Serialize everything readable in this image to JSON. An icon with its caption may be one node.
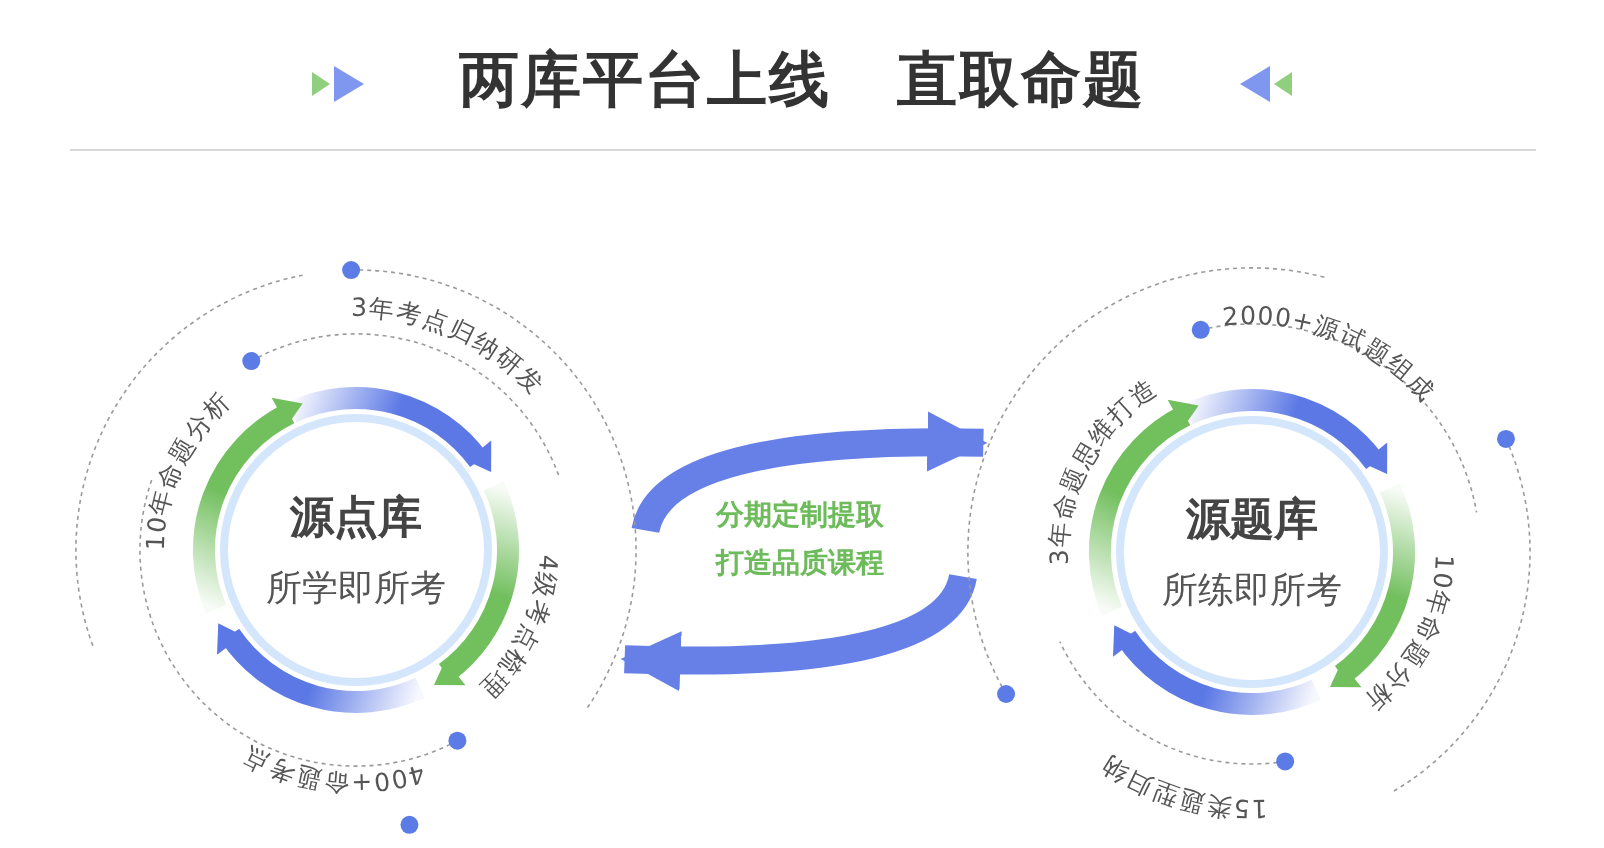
{
  "diagram": {
    "title": "两库平台上线 直取命题",
    "nodes": [
      {
        "text": [
          "源点库",
          "所学即所考"
        ]
      },
      {
        "text": [
          "源题库",
          "所练即所考"
        ]
      }
    ],
    "edges": [
      {
        "from": 0,
        "to": 1,
        "arrow": "to"
      },
      {
        "from": 1,
        "to": 0,
        "arrow": "to"
      }
    ],
    "labels": [
      "3年考点归纳研发",
      "10年命题分析",
      "4级考点梳理",
      "400+命题考点",
      "分期定制提取打造品质课程",
      "2000+源试题组成",
      "3年命题思维打造",
      "10年命题分析",
      "15类题型归纳"
    ]
  }
}
